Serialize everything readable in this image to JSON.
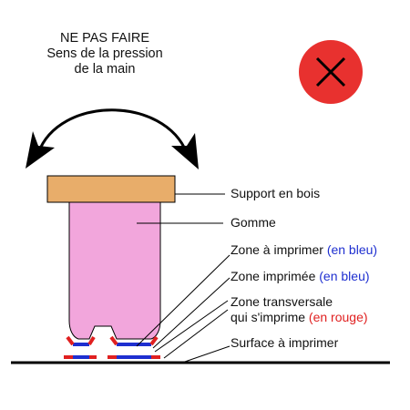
{
  "warning": {
    "line1": "NE PAS FAIRE",
    "line2": "Sens de la pression",
    "line3": "de la main",
    "icon": "cross-circle-icon",
    "icon_color": "#e8312f"
  },
  "labels": {
    "support": "Support en bois",
    "gomme": "Gomme",
    "zone_a_imprimer": "Zone à imprimer",
    "zone_a_imprimer_note": "(en bleu)",
    "zone_imprimee": "Zone imprimée",
    "zone_imprimee_note": "(en bleu)",
    "zone_transversale_1": "Zone transversale",
    "zone_transversale_2": "qui s'imprime",
    "zone_transversale_note": "(en rouge)",
    "surface": "Surface à imprimer"
  },
  "colors": {
    "wood": "#e8ad6a",
    "gum": "#f2a6dc",
    "blue": "#1e2fd0",
    "red": "#e02020"
  }
}
